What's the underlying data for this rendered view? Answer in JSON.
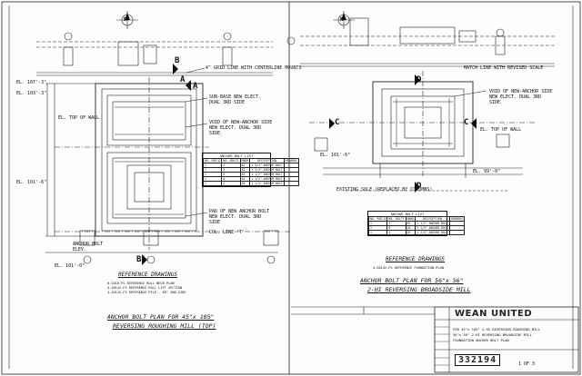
{
  "left_plan": {
    "compass_letter": "N",
    "section_marks": [
      "B",
      "A",
      "A",
      "B"
    ],
    "notes": [
      "4\" GRID LINE WITH CENTERLINE MOUNTS",
      "SUB-BASE NEW ELECT. DUAL 3RD SIDE",
      "VOID OF NEW-ANCHOR SIDE NEW ELECT. DUAL 3RD SIDE",
      "PAD OF NEW ANCHOR BOLT NEW ELECT. DUAL 3RD SIDE",
      "EL. TOP OF WALL",
      "ANCHOR BOLT ELEV.",
      "COL. LINE 'T'"
    ],
    "elev_labels": [
      "EL. 107'-3\"",
      "EL. 103'-3\"",
      "EL. 101'-6\"",
      "EL. 101'-0\""
    ],
    "table": {
      "caption": "ANCHOR BOLT LIST",
      "headers": [
        "NO. REQ'D",
        "NO. BOLTS",
        "MARK",
        "DESCRIPTION",
        "REMARKS"
      ],
      "rows": [
        [
          "1",
          "4",
          "A1",
          "1 3/4\" ANCHOR BOLT",
          ""
        ],
        [
          "1",
          "4",
          "A2",
          "1 3/4\" ANCHOR BOLT",
          ""
        ],
        [
          "1",
          "8",
          "A3",
          "1 1/2\" ANCHOR BOLT",
          ""
        ],
        [
          "1",
          "8",
          "A4",
          "1 1/2\" ANCHOR BOLT",
          ""
        ],
        [
          "1",
          "4",
          "A5",
          "1 1/4\" ANCHOR BOLT",
          ""
        ]
      ]
    },
    "ref_title": "REFERENCE DRAWINGS",
    "ref_lines": [
      "0-C010-FS REFERENCE ROLL NECK PLAN",
      "4-S0142-FS REFERENCE ROLL LIFT SECTION",
      "4-S0142-FS REFERENCE PILE - 69\" 2ND SIDE"
    ],
    "plan_title": "ANCHOR BOLT PLAN FOR 45\"x 105\"",
    "plan_subtitle": "REVERSING ROUGHING MILL (TOP)"
  },
  "right_plan": {
    "compass_letter": "N",
    "section_marks": [
      "D",
      "D",
      "C",
      "C"
    ],
    "notes": [
      "MATCH LINE WITH REVISED SCALE",
      "VOID OF NEW-ANCHOR SIDE NEW ELECT. DUAL 3RD SIDE",
      "EL. TOP OF WALL",
      "EXISTING SOLE (REPLACED BY COLUMNS)"
    ],
    "elev_labels": [
      "EL. 101'-6\"",
      "EL. 99'-0\""
    ],
    "table": {
      "caption": "ANCHOR BOLT LIST",
      "headers": [
        "NO. REQ'D",
        "NO. BOLTS",
        "MARK",
        "DESCRIPTION",
        "REMARKS"
      ],
      "rows": [
        [
          "1",
          "4",
          "D1",
          "1 1/2\" ANCHOR BOLT",
          ""
        ],
        [
          "1",
          "8",
          "D2",
          "1 1/4\" ANCHOR BOLT",
          ""
        ],
        [
          "1",
          "4",
          "D3",
          "1 1/4\" ANCHOR BOLT",
          ""
        ]
      ]
    },
    "ref_title": "REFERENCE DRAWINGS",
    "ref_lines": [
      "4-S0142-FS REFERENCE FOUNDATION PLAN"
    ],
    "plan_title": "ANCHOR BOLT PLAN FOR 56\"x 56\"",
    "plan_subtitle": "2-HI REVERSING BROADSIDE MILL"
  },
  "title_block": {
    "company": "WEAN UNITED",
    "description_lines": [
      "FOR 45\"x 105\" 4-HI REVERSING ROUGHING MILL",
      "56\"x 56\" 2-HI REVERSING BROADSIDE MILL",
      "FOUNDATION ANCHOR BOLT PLAN"
    ],
    "drawing_number": "332194",
    "sheet": "1 OF 3"
  }
}
